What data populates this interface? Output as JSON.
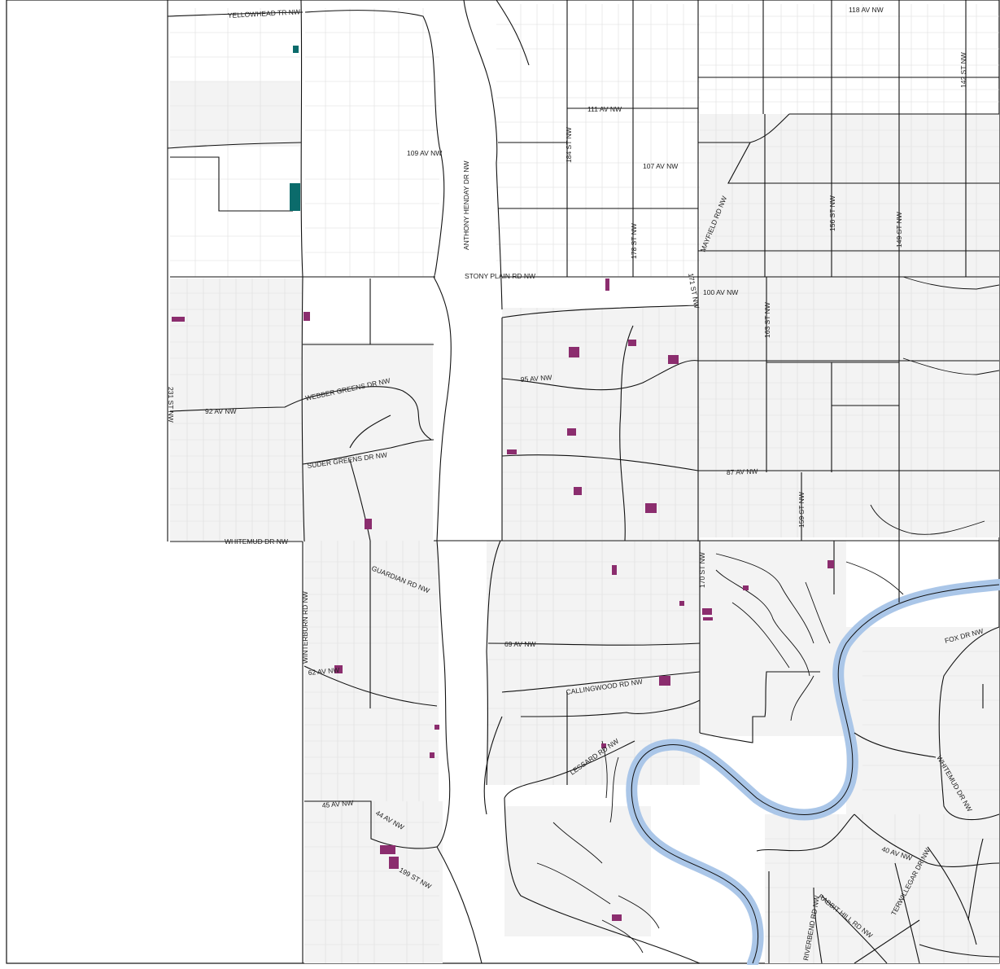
{
  "colors": {
    "background": "#ffffff",
    "road": "#111111",
    "minor_street": "#d9d9d9",
    "neighbourhood_fill": "#f2f2f2",
    "river": "#a9c6e8",
    "parcel_primary": "#8b2d6e",
    "parcel_secondary": "#0b6b6b",
    "frame": "#111111"
  },
  "street_labels": [
    "YELLOWHEAD TR NW",
    "118 AV NW",
    "142 ST NW",
    "111 AV NW",
    "109 AV NW",
    "107 AV NW",
    "184 ST NW",
    "ANTHONY HENDAY DR NW",
    "178 ST NW",
    "MAYFIELD RD NW",
    "156 ST NW",
    "149 ST NW",
    "STONY PLAIN RD NW",
    "171 ST NW",
    "100 AV NW",
    "163 ST NW",
    "95 AV NW",
    "WEBBER GREENS DR NW",
    "92 AV NW",
    "231 ST NW",
    "SUDER GREENS DR NW",
    "87 AV NW",
    "159 ST NW",
    "WHITEMUD DR NW",
    "GUARDIAN RD NW",
    "170 ST NW",
    "WINTERBURN RD NW",
    "69 AV NW",
    "FOX DR NW",
    "62 AV NW",
    "CALLINGWOOD RD NW",
    "LESSARD RD NW",
    "WHITEMUD DR NW",
    "45 AV NW",
    "44 AV NW",
    "199 ST NW",
    "40 AV NW",
    "TERWILLEGAR DR NW",
    "RABBIT HILL RD NW",
    "RIVERBEND RD NW"
  ]
}
